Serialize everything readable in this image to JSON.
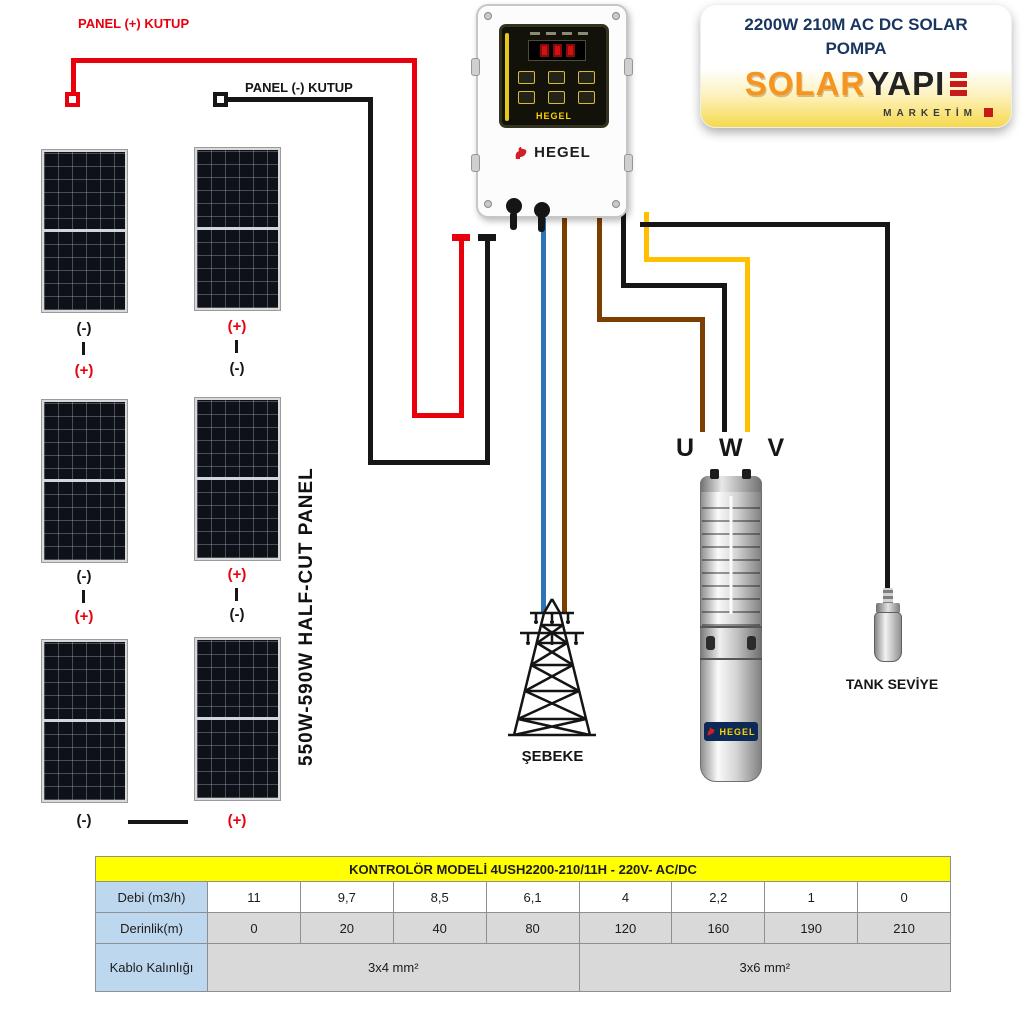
{
  "colors": {
    "red_wire": "#e8000d",
    "black_wire": "#161616",
    "blue_wire": "#2e75b6",
    "brown_wire": "#7b3f00",
    "yellow_wire": "#ffc000",
    "title_blue": "#18365f",
    "brand_orange": "#f7941d",
    "brand_red": "#c81a1a",
    "table_header_yellow": "#ffff00",
    "table_label_blue": "#bdd7ee",
    "table_gray": "#d9d9d9"
  },
  "header_card": {
    "title_line1": "2200W 210M AC DC SOLAR",
    "title_line2": "POMPA",
    "brand_solar": "SOLAR",
    "brand_yapi": "YAPI",
    "brand_sub": "MARKETİM"
  },
  "wiring_labels": {
    "panel_plus": "PANEL (+) KUTUP",
    "panel_minus": "PANEL (-) KUTUP",
    "half_cut_panel": "550W-590W HALF-CUT PANEL",
    "phase": "U W V",
    "grid": "ŞEBEKE",
    "tank_level": "TANK SEVİYE"
  },
  "devices": {
    "controller_brand": "HEGEL",
    "pump_brand": "HEGEL"
  },
  "polarity": {
    "group1": {
      "left_top": "(-)",
      "left_bottom": "(+)",
      "right_top": "(+)",
      "right_bottom": "(-)"
    },
    "group2": {
      "left_top": "(-)",
      "left_bottom": "(+)",
      "right_top": "(+)",
      "right_bottom": "(-)"
    },
    "group3": {
      "left": "(-)",
      "right": "(+)"
    }
  },
  "table": {
    "title": "KONTROLÖR MODELİ  4USH2200-210/11H - 220V- AC/DC",
    "row_flow": {
      "label": "Debi (m3/h)",
      "values": [
        "11",
        "9,7",
        "8,5",
        "6,1",
        "4",
        "2,2",
        "1",
        "0"
      ]
    },
    "row_depth": {
      "label": "Derinlik(m)",
      "values": [
        "0",
        "20",
        "40",
        "80",
        "120",
        "160",
        "190",
        "210"
      ]
    },
    "row_cable": {
      "label": "Kablo Kalınlığı",
      "left": "3x4 mm²",
      "right": "3x6 mm²"
    }
  }
}
